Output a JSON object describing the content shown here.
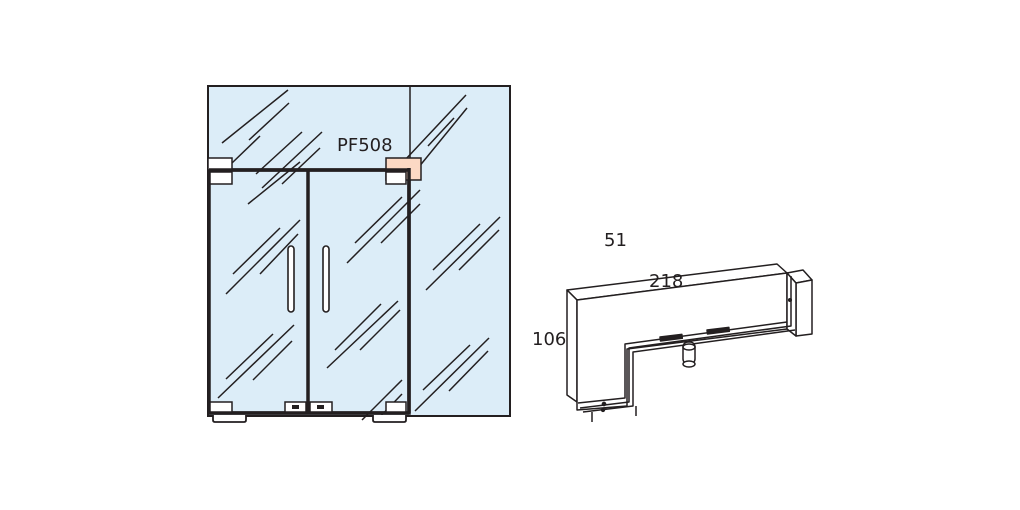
{
  "diagram": {
    "product_code": "PF508",
    "dimensions": {
      "depth": "51",
      "length": "218",
      "height": "106"
    },
    "colors": {
      "glass": "#dcedf8",
      "outline": "#231f20",
      "highlight_fitting": "#fcd9c4",
      "fitting": "#ffffff",
      "background": "#ffffff"
    },
    "elevation": {
      "panels": [
        "left-door",
        "right-door",
        "fixed-sidelight",
        "transom"
      ],
      "handles": 2,
      "floor_springs": 2,
      "locks": 2
    }
  }
}
